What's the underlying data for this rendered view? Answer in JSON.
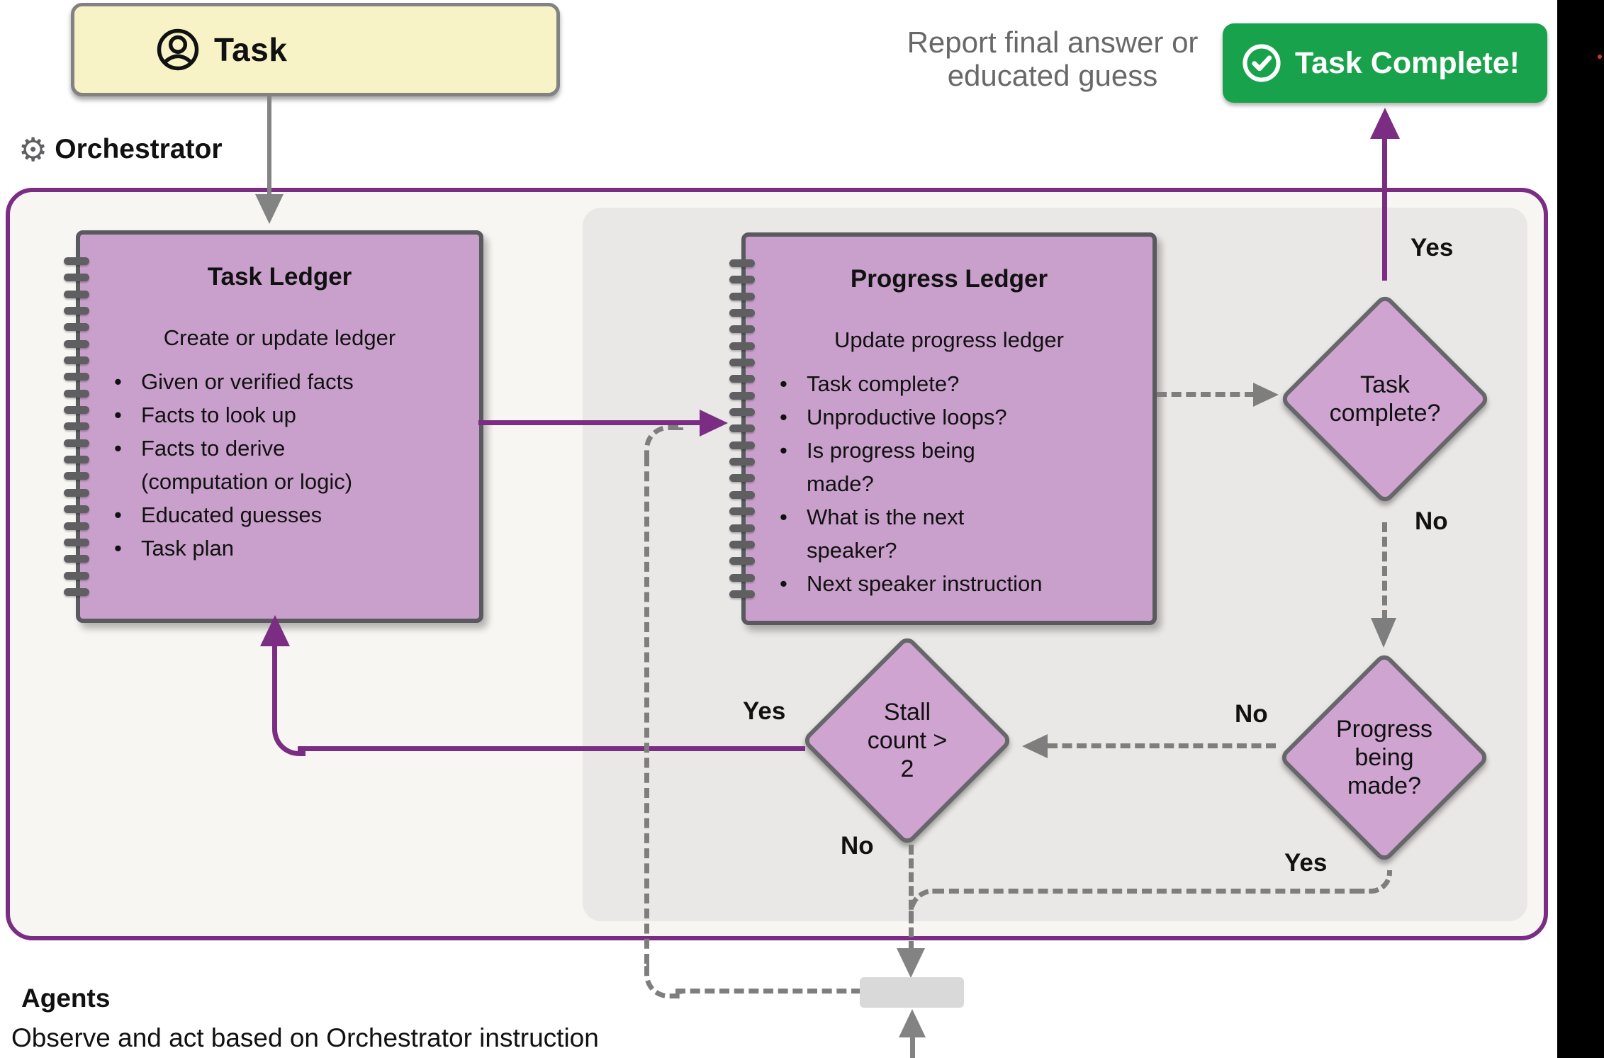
{
  "task_box": {
    "label": "Task"
  },
  "orchestrator": {
    "label": "Orchestrator"
  },
  "report_note": {
    "line1": "Report final answer or",
    "line2": "educated guess"
  },
  "complete_button": {
    "label": "Task Complete!"
  },
  "task_ledger": {
    "title": "Task Ledger",
    "intro": "Create or update ledger",
    "bullets": [
      "Given or verified facts",
      "Facts to look up",
      "Facts to derive\n(computation or logic)",
      "Educated guesses",
      "Task plan"
    ]
  },
  "progress_ledger": {
    "title": "Progress Ledger",
    "intro": "Update progress ledger",
    "bullets": [
      "Task complete?",
      "Unproductive loops?",
      "Is progress being\nmade?",
      "What is the next\nspeaker?",
      "Next speaker instruction"
    ]
  },
  "decisions": {
    "task_complete": {
      "lines": [
        "Task",
        "complete?"
      ]
    },
    "progress": {
      "lines": [
        "Progress",
        "being",
        "made?"
      ]
    },
    "stall": {
      "lines": [
        "Stall",
        "count >",
        "2"
      ]
    }
  },
  "labels": {
    "yes_task_complete": "Yes",
    "no_task_complete": "No",
    "no_progress": "No",
    "yes_progress": "Yes",
    "yes_stall": "Yes",
    "no_stall": "No"
  },
  "agents": {
    "title": "Agents",
    "subtitle": "Observe and act based on Orchestrator instruction"
  },
  "colors": {
    "purple": "#7b2d83",
    "ledger_pink": "#c9a0cb",
    "diamond_pink": "#cfa4d1",
    "green": "#19a24c",
    "yellow": "#f7f3c6",
    "panel_gray": "#e9e8e6",
    "arrow_gray": "#838383",
    "dash_gray": "#7e7e7e"
  }
}
